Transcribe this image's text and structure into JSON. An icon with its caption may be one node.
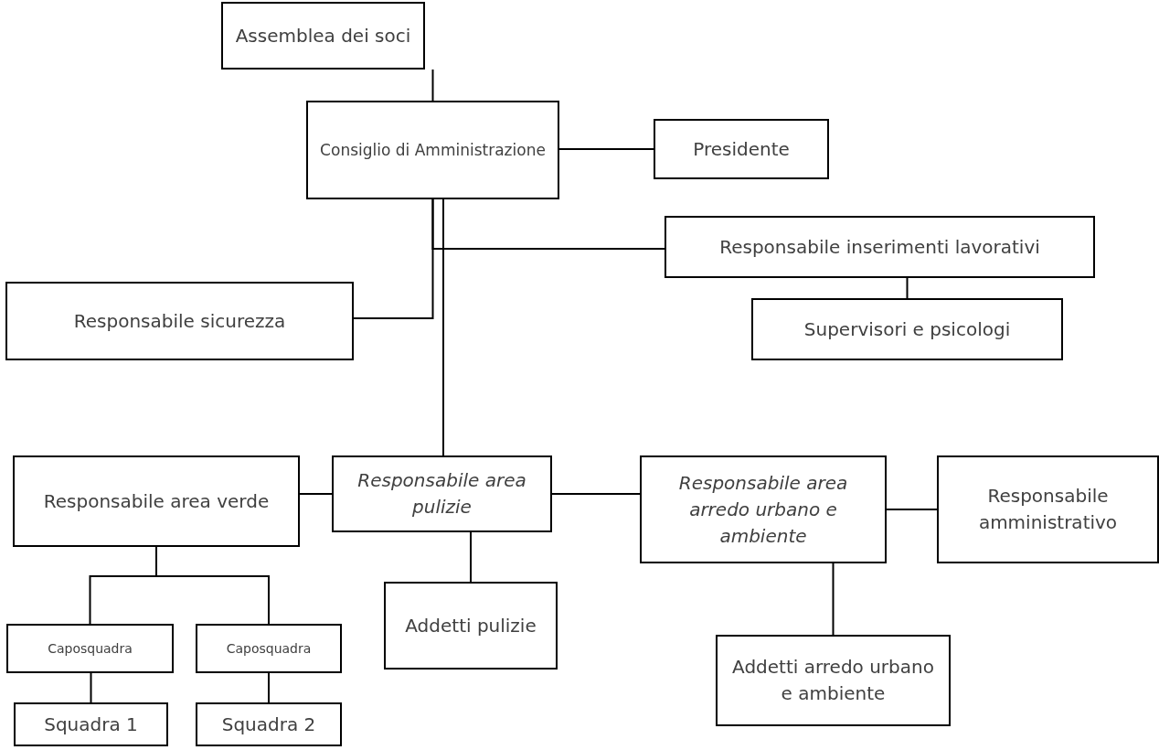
{
  "diagram": {
    "nodes": [
      {
        "text": [
          "Assemblea dei soci"
        ]
      },
      {
        "text": [
          "Consiglio di Amministrazione"
        ]
      },
      {
        "text": [
          "Presidente"
        ]
      },
      {
        "text": [
          "Responsabile inserimenti lavorativi"
        ]
      },
      {
        "text": [
          "Supervisori e psicologi"
        ]
      },
      {
        "text": [
          "Responsabile sicurezza"
        ]
      },
      {
        "text": [
          "Responsabile area verde"
        ]
      },
      {
        "text": [
          "Responsabile area pulizie"
        ]
      },
      {
        "text": [
          "Responsabile area arredo urbano e ambiente"
        ]
      },
      {
        "text": [
          "Responsabile amministrativo"
        ]
      },
      {
        "text": [
          "Caposquadra"
        ]
      },
      {
        "text": [
          "Caposquadra"
        ]
      },
      {
        "text": [
          "Addetti pulizie"
        ]
      },
      {
        "text": [
          "Addetti arredo urbano e ambiente"
        ]
      },
      {
        "text": [
          "Squadra 1"
        ]
      },
      {
        "text": [
          "Squadra 2"
        ]
      }
    ],
    "edges": [
      {
        "from": 0,
        "to": 1,
        "arrow": "none"
      },
      {
        "from": 1,
        "to": 2,
        "arrow": "none"
      },
      {
        "from": 1,
        "to": 3,
        "arrow": "none"
      },
      {
        "from": 1,
        "to": 5,
        "arrow": "none"
      },
      {
        "from": 1,
        "to": 7,
        "arrow": "none"
      },
      {
        "from": 3,
        "to": 4,
        "arrow": "none"
      },
      {
        "from": 6,
        "to": 7,
        "arrow": "none"
      },
      {
        "from": 7,
        "to": 8,
        "arrow": "none"
      },
      {
        "from": 8,
        "to": 9,
        "arrow": "none"
      },
      {
        "from": 6,
        "to": 10,
        "arrow": "none"
      },
      {
        "from": 6,
        "to": 11,
        "arrow": "none"
      },
      {
        "from": 7,
        "to": 12,
        "arrow": "none"
      },
      {
        "from": 8,
        "to": 13,
        "arrow": "none"
      },
      {
        "from": 10,
        "to": 14,
        "arrow": "none"
      },
      {
        "from": 11,
        "to": 15,
        "arrow": "none"
      }
    ]
  }
}
